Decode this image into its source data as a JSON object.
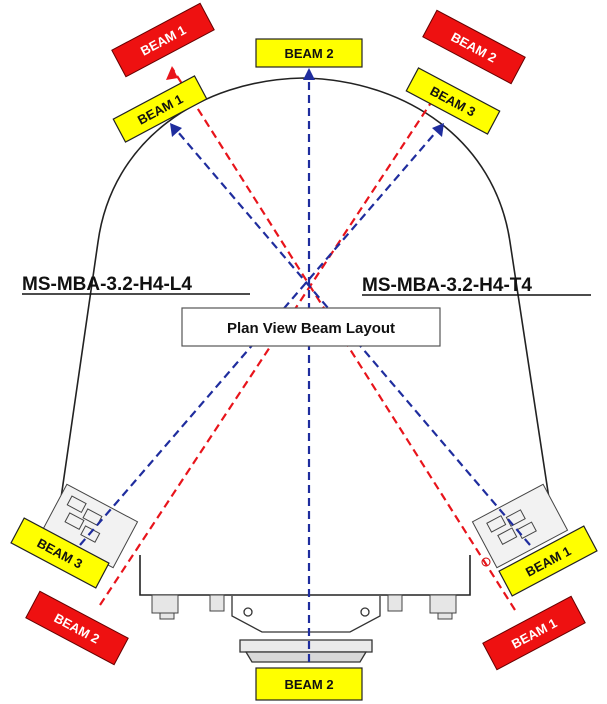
{
  "labels": {
    "left_model": "MS-MBA-3.2-H4-L4",
    "right_model": "MS-MBA-3.2-H4-T4",
    "caption": "Plan View Beam Layout"
  },
  "beams": {
    "top_left_red": "BEAM 1",
    "top_left_yellow": "BEAM 1",
    "top_center_yellow": "BEAM 2",
    "top_right_red": "BEAM 2",
    "top_right_yellow": "BEAM 3",
    "bottom_left_yellow": "BEAM 3",
    "bottom_left_red": "BEAM 2",
    "bottom_right_yellow": "BEAM 1",
    "bottom_right_red": "BEAM 1",
    "bottom_center_yellow": "BEAM 2"
  },
  "colors": {
    "red_beam": "#e8141b",
    "blue_beam": "#1f2d9e",
    "yellow_tag": "#ffff00",
    "red_tag": "#ee1111",
    "outline": "#222222"
  }
}
